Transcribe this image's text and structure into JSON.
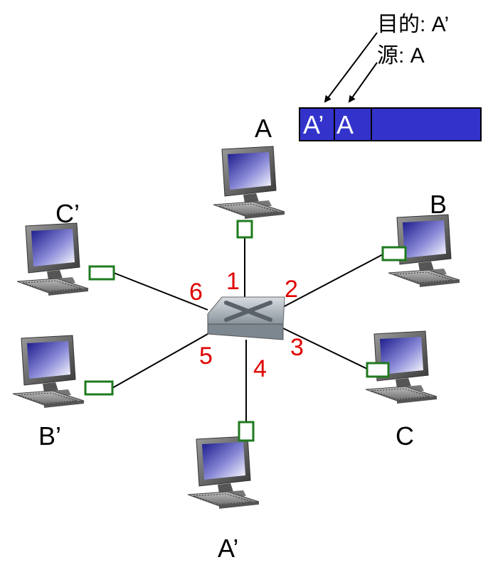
{
  "frame_header": {
    "dest_annotation": "目的: A’",
    "src_annotation": "源: A",
    "field_dest": "A’",
    "field_src": "A"
  },
  "hosts": {
    "A": "A",
    "B": "B",
    "C": "C",
    "A_prime": "A’",
    "B_prime": "B’",
    "C_prime": "C’"
  },
  "ports": {
    "p1": "1",
    "p2": "2",
    "p3": "3",
    "p4": "4",
    "p5": "5",
    "p6": "6"
  },
  "colors": {
    "frame_fill": "#3333cc",
    "port_label": "#e00000",
    "interface": "#1f7a1f"
  }
}
